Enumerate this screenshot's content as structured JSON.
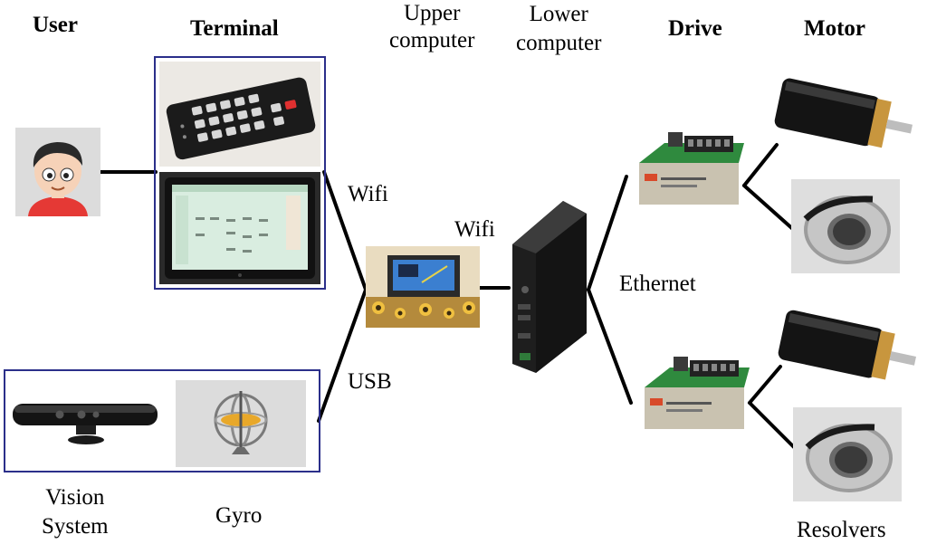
{
  "labels": {
    "user": "User",
    "terminal": "Terminal",
    "upper_computer": "Upper\ncomputer",
    "lower_computer": "Lower\ncomputer",
    "drive": "Drive",
    "motor": "Motor",
    "wifi_terminal": "Wifi",
    "wifi_link": "Wifi",
    "ethernet": "Ethernet",
    "usb": "USB",
    "vision_system": "Vision\nSystem",
    "gyro": "Gyro",
    "resolvers": "Resolvers"
  },
  "colors": {
    "group_border": "#2b2f8a",
    "wire": "#000000",
    "motor_band": "#c8963e"
  },
  "icons": {
    "user": "user-avatar-icon",
    "remote": "remote-control-icon",
    "tablet": "tablet-icon",
    "robot": "robot-board-icon",
    "mini_pc": "mini-pc-icon",
    "drive": "motor-drive-icon",
    "motor": "motor-icon",
    "resolver": "resolver-icon",
    "kinect": "kinect-sensor-icon",
    "gyro": "gyroscope-icon"
  }
}
